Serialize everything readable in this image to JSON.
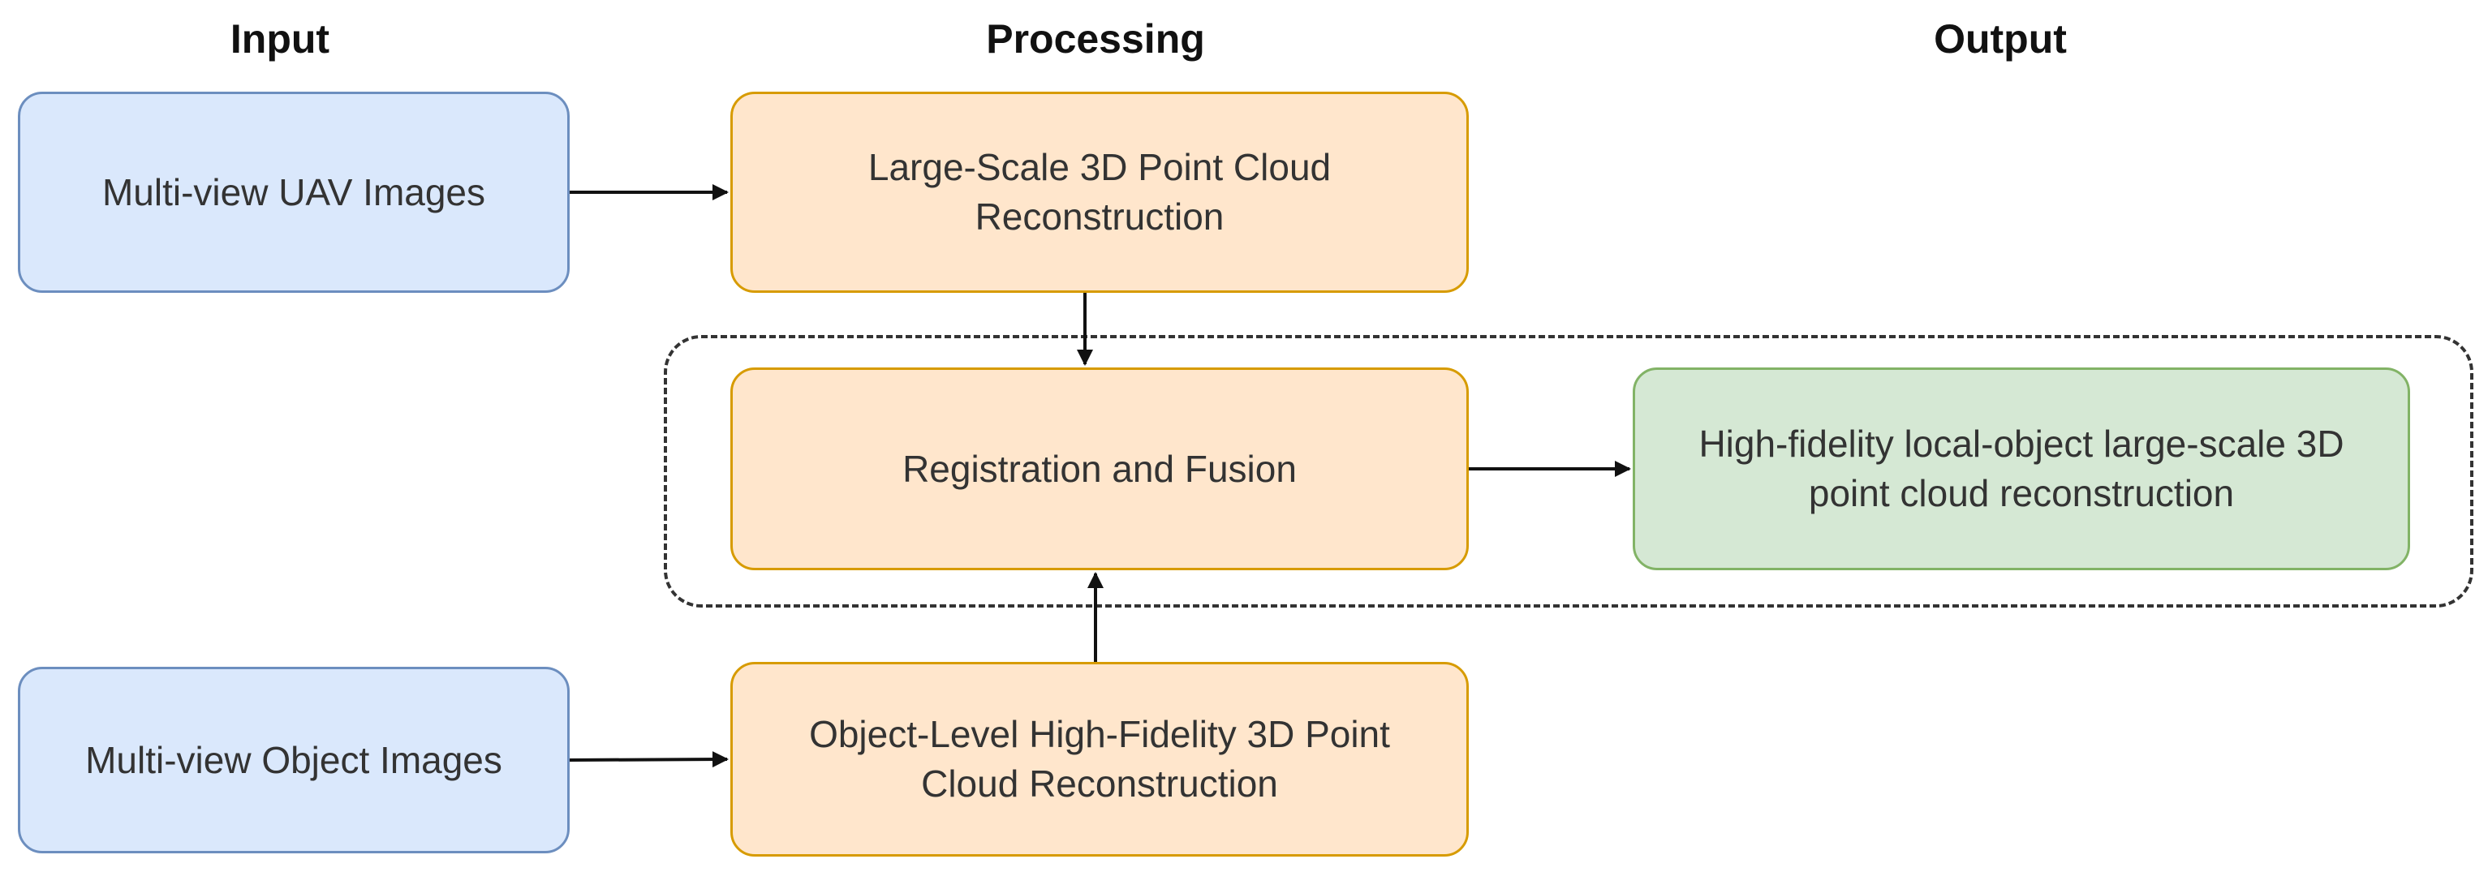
{
  "headers": {
    "input": "Input",
    "processing": "Processing",
    "output": "Output"
  },
  "nodes": {
    "uav_images": "Multi-view UAV Images",
    "object_images": "Multi-view Object Images",
    "large_scale": "Large-Scale 3D Point Cloud Reconstruction",
    "registration": "Registration and Fusion",
    "object_level": "Object-Level High-Fidelity 3D Point Cloud Reconstruction",
    "high_fidelity": "High-fidelity local-object large-scale 3D point cloud reconstruction"
  },
  "colors": {
    "input_fill": "#dae8fc",
    "input_stroke": "#6c8ebf",
    "process_fill": "#ffe6cc",
    "process_stroke": "#d79b00",
    "output_fill": "#d5e8d4",
    "output_stroke": "#82b366"
  }
}
